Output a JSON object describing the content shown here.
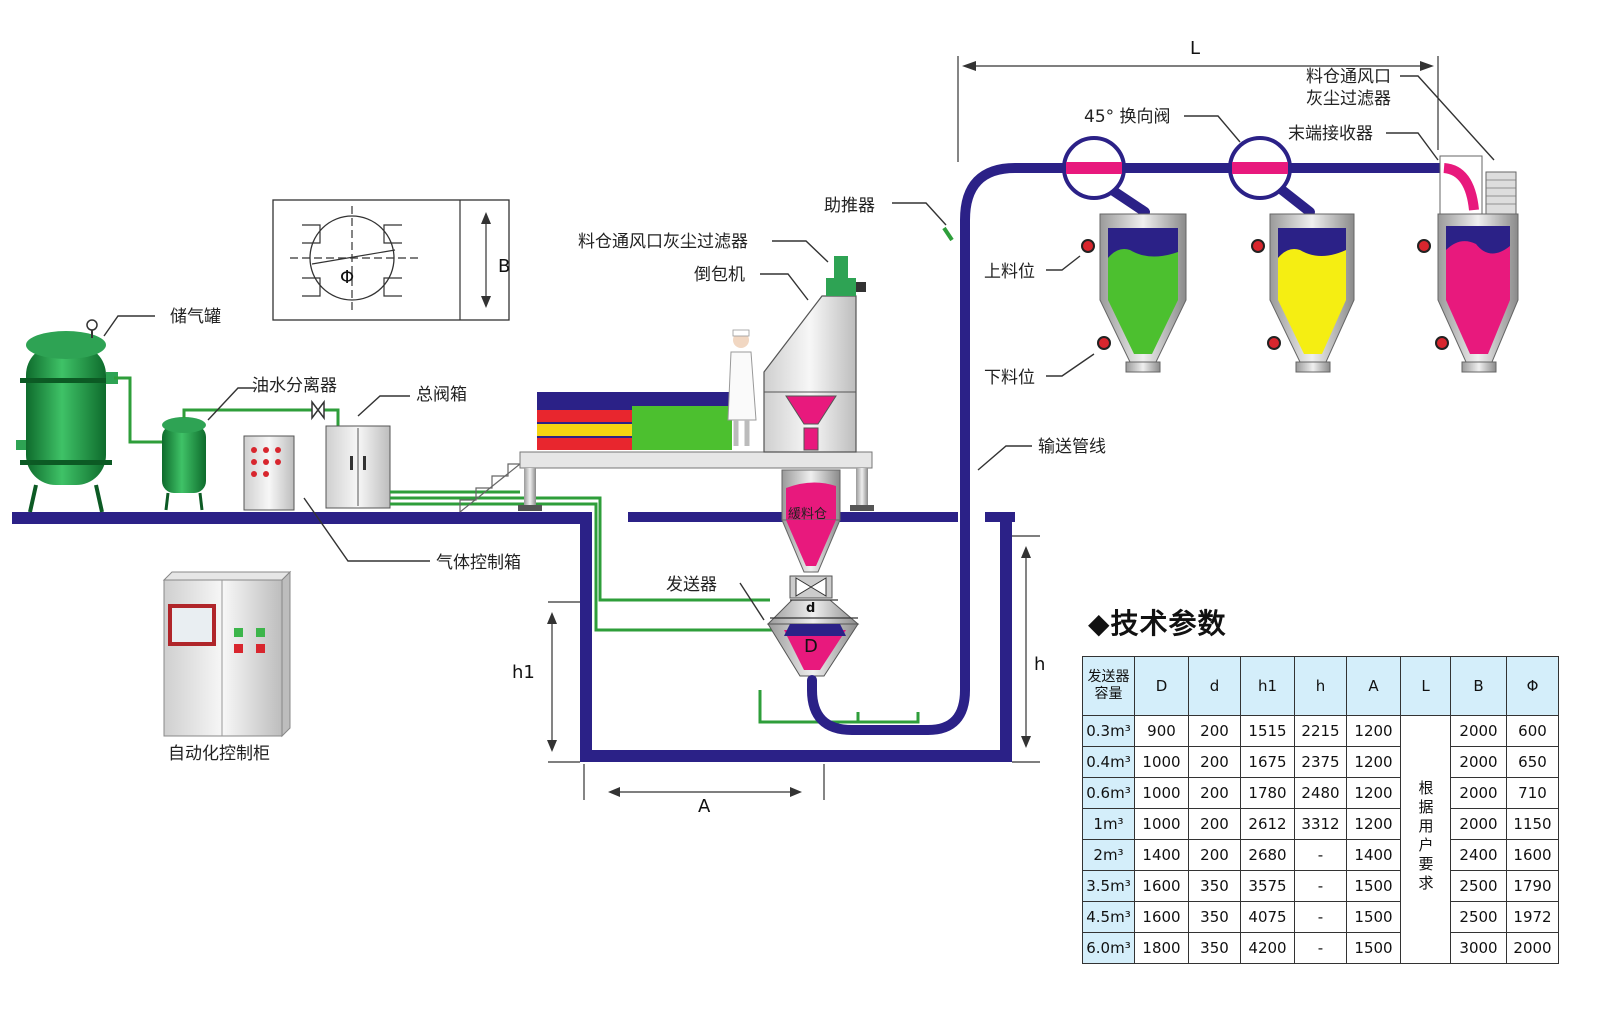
{
  "labels": {
    "air_tank": "储气罐",
    "oil_water_separator": "油水分离器",
    "main_valve_box": "总阀箱",
    "gas_control_box": "气体控制箱",
    "auto_control_cabinet": "自动化控制柜",
    "bin_vent_filter_top": "料仓通风口灰尘过滤器",
    "bag_dumper": "倒包机",
    "booster": "助推器",
    "diverter_valve": "45° 换向阀",
    "end_filter": "料仓通风口\n灰尘过滤器",
    "end_receiver": "末端接收器",
    "high_level": "上料位",
    "low_level": "下料位",
    "conveying_line": "输送管线",
    "sender": "发送器",
    "buffer_bin": "緩料仓"
  },
  "dimensions": {
    "L": "L",
    "B": "B",
    "phi": "Φ",
    "h1": "h1",
    "h": "h",
    "A": "A",
    "D": "D",
    "d": "d"
  },
  "spec_table": {
    "title": "◆技术参数",
    "headers": [
      "发送器容量",
      "D",
      "d",
      "h1",
      "h",
      "A",
      "L",
      "B",
      "Φ"
    ],
    "L_note": "根据用户要求",
    "rows": [
      [
        "0.3m³",
        "900",
        "200",
        "1515",
        "2215",
        "1200",
        "2000",
        "600"
      ],
      [
        "0.4m³",
        "1000",
        "200",
        "1675",
        "2375",
        "1200",
        "2000",
        "650"
      ],
      [
        "0.6m³",
        "1000",
        "200",
        "1780",
        "2480",
        "1200",
        "2000",
        "710"
      ],
      [
        "1m³",
        "1000",
        "200",
        "2612",
        "3312",
        "1200",
        "2000",
        "1150"
      ],
      [
        "2m³",
        "1400",
        "200",
        "2680",
        "-",
        "1400",
        "2400",
        "1600"
      ],
      [
        "3.5m³",
        "1600",
        "350",
        "3575",
        "-",
        "1500",
        "2500",
        "1790"
      ],
      [
        "4.5m³",
        "1600",
        "350",
        "4075",
        "-",
        "1500",
        "2500",
        "1972"
      ],
      [
        "6.0m³",
        "1800",
        "350",
        "4200",
        "-",
        "1500",
        "3000",
        "2000"
      ]
    ]
  },
  "colors": {
    "pipe": "#2b2187",
    "tank_green": "#1f9b4a",
    "material_magenta": "#e8197d",
    "material_green": "#4cc02f",
    "material_yellow": "#f5ee12",
    "table_header": "#d4eefa"
  }
}
